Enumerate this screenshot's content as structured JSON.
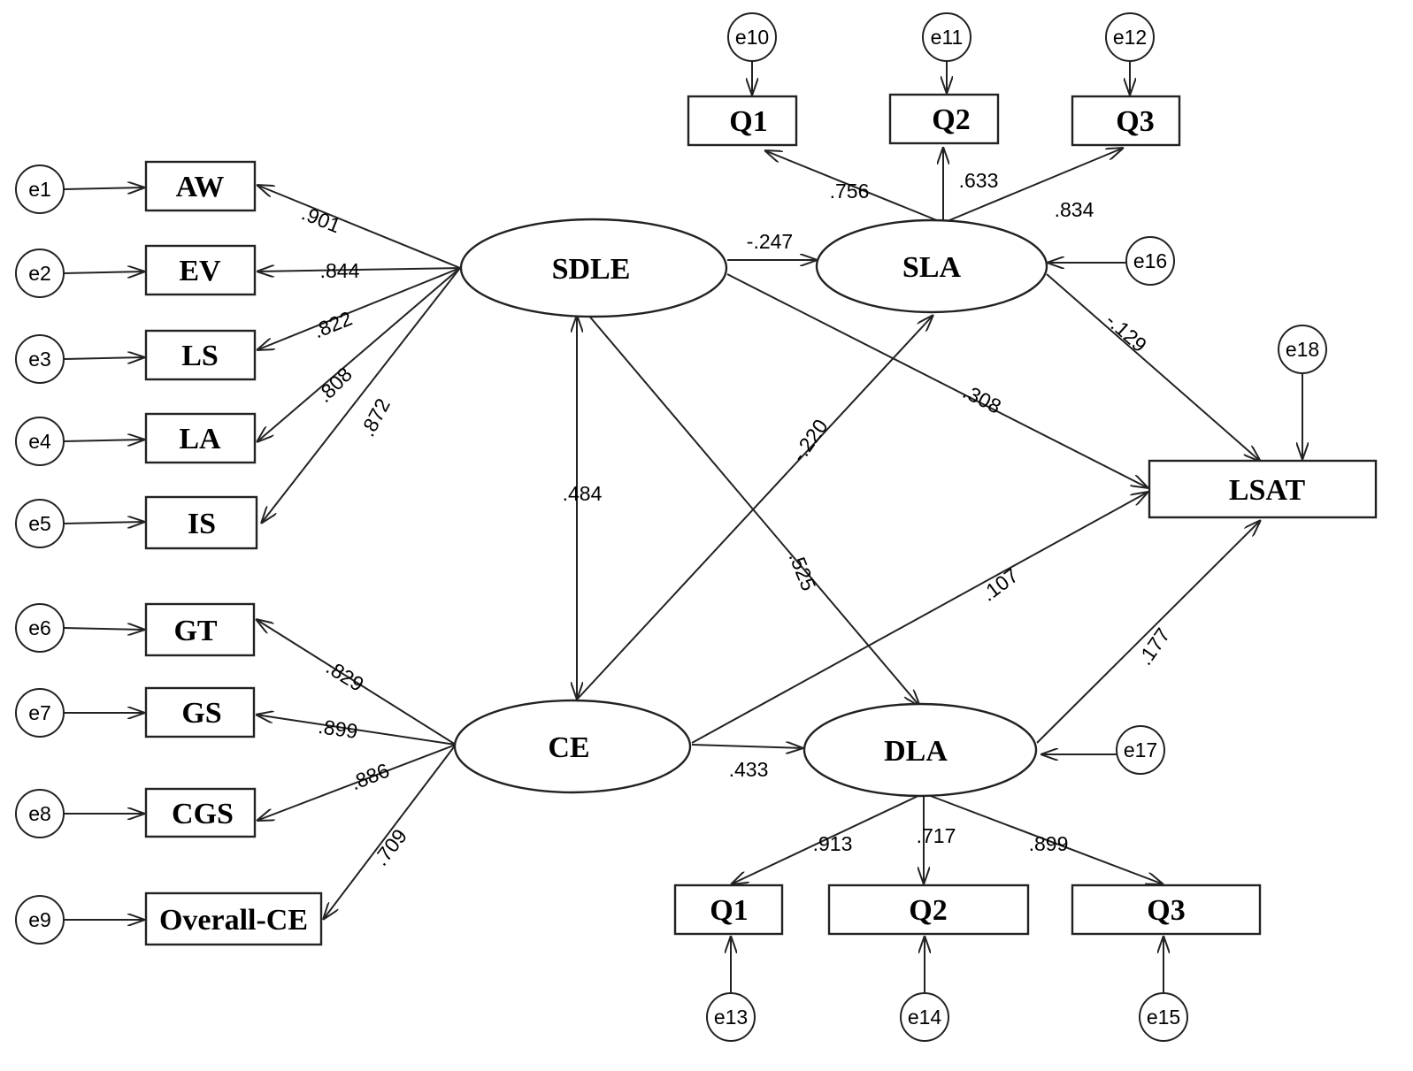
{
  "latents": {
    "sdle": "SDLE",
    "sla": "SLA",
    "ce": "CE",
    "dla": "DLA"
  },
  "indicators": {
    "aw": "AW",
    "ev": "EV",
    "ls": "LS",
    "la": "LA",
    "is": "IS",
    "gt": "GT",
    "gs": "GS",
    "cgs": "CGS",
    "overall_ce": "Overall-CE",
    "sla_q1": "Q1",
    "sla_q2": "Q2",
    "sla_q3": "Q3",
    "dla_q1": "Q1",
    "dla_q2": "Q2",
    "dla_q3": "Q3",
    "lsat": "LSAT"
  },
  "errors": {
    "e1": "e1",
    "e2": "e2",
    "e3": "e3",
    "e4": "e4",
    "e5": "e5",
    "e6": "e6",
    "e7": "e7",
    "e8": "e8",
    "e9": "e9",
    "e10": "e10",
    "e11": "e11",
    "e12": "e12",
    "e13": "e13",
    "e14": "e14",
    "e15": "e15",
    "e16": "e16",
    "e17": "e17",
    "e18": "e18"
  },
  "coefficients": {
    "sdle_aw": ".901",
    "sdle_ev": ".844",
    "sdle_ls": ".822",
    "sdle_la": ".808",
    "sdle_is": ".872",
    "ce_gt": ".829",
    "ce_gs": ".899",
    "ce_cgs": ".886",
    "ce_overall": ".709",
    "sla_q1": ".756",
    "sla_q2": ".633",
    "sla_q3": ".834",
    "dla_q1": ".913",
    "dla_q2": ".717",
    "dla_q3": ".899",
    "sdle_sla": "-.247",
    "sdle_ce": ".484",
    "sdle_dla": ".525",
    "sdle_lsat": ".308",
    "ce_sla": "-.220",
    "ce_dla": ".433",
    "ce_lsat": ".107",
    "sla_lsat": "-.129",
    "dla_lsat": ".177"
  }
}
